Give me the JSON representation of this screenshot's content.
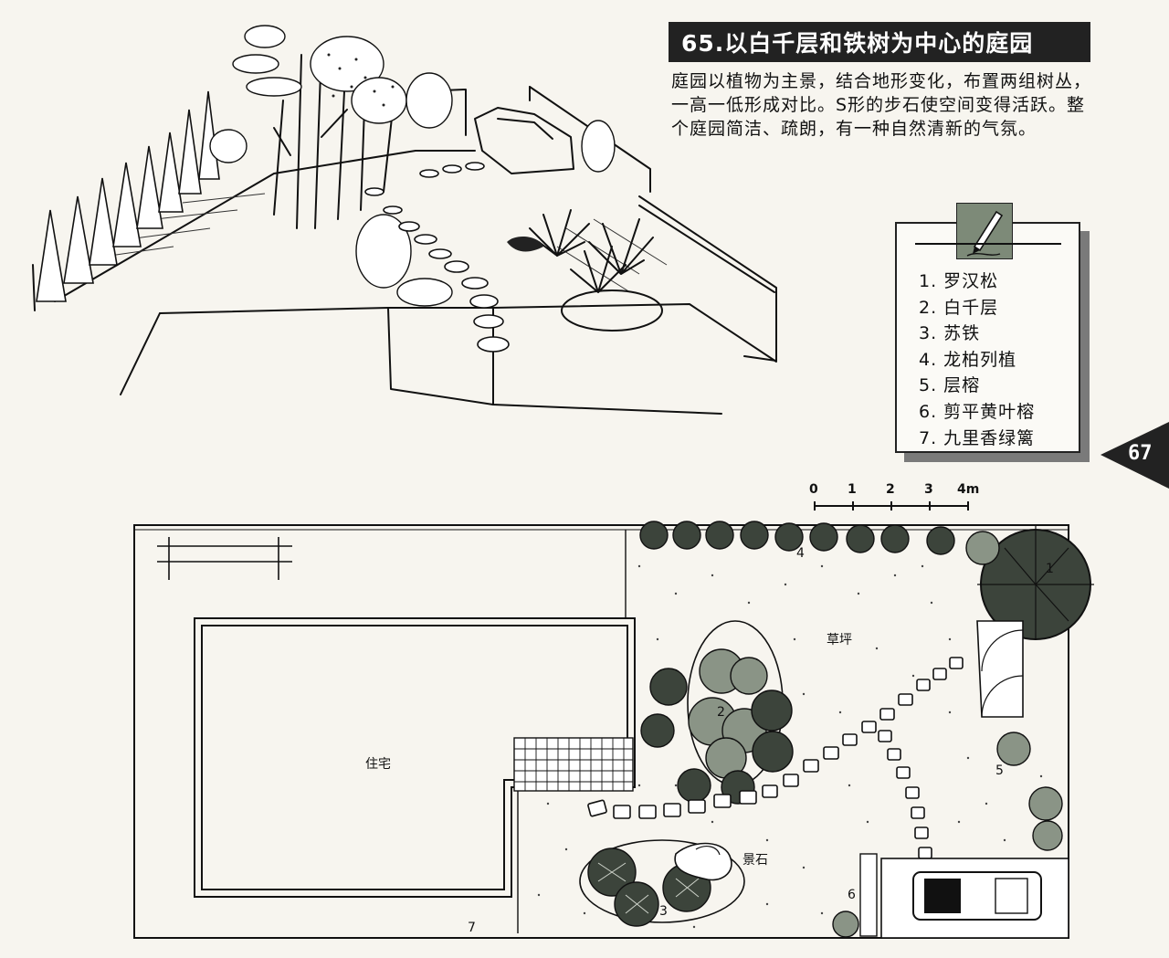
{
  "title": "65.以白千层和铁树为中心的庭园",
  "description": "庭园以植物为主景，结合地形变化，布置两组树丛，一高一低形成对比。S形的步石使空间变得活跃。整个庭园简洁、疏朗，有一种自然清新的气氛。",
  "legend": {
    "icon": "pencil-icon",
    "items": [
      "1. 罗汉松",
      "2. 白千层",
      "3. 苏铁",
      "4. 龙柏列植",
      "5. 层榕",
      "6. 剪平黄叶榕",
      "7. 九里香绿篱"
    ]
  },
  "page_number": "67",
  "scale_bar": {
    "ticks": [
      "0",
      "1",
      "2",
      "3",
      "4m"
    ]
  },
  "plan_labels": {
    "house": "住宅",
    "lawn": "草坪",
    "rock": "景石",
    "n1": "1",
    "n2": "2",
    "n3": "3",
    "n4": "4",
    "n5": "5",
    "n6": "6",
    "n7": "7"
  },
  "colors": {
    "ink": "#111111",
    "paper": "#f7f5ef",
    "tree_fill": "#8a9486",
    "dark_tree": "#3c443b"
  }
}
